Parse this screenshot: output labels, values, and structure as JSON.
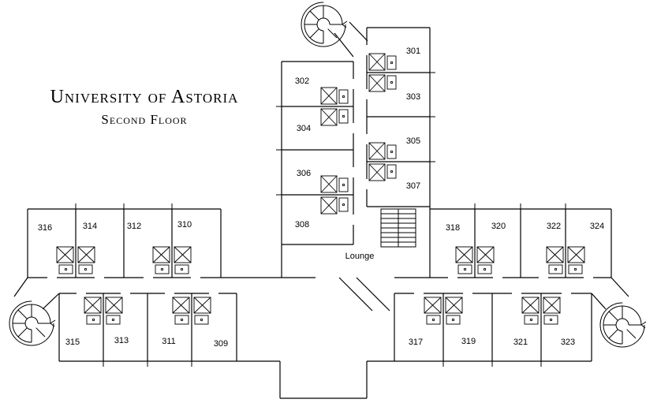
{
  "title": "University of Astoria",
  "subtitle": "Second Floor",
  "lounge_label": "Lounge",
  "rooms": [
    "301",
    "302",
    "303",
    "304",
    "305",
    "306",
    "307",
    "308",
    "309",
    "310",
    "311",
    "312",
    "313",
    "314",
    "315",
    "316",
    "317",
    "318",
    "319",
    "320",
    "321",
    "322",
    "323",
    "324"
  ],
  "colors": {
    "plan_line": "#000000",
    "background": "#ffffff"
  }
}
